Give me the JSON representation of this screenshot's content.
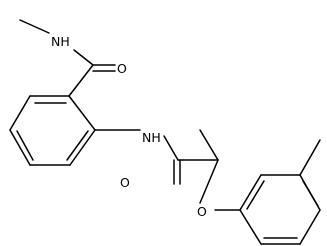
{
  "molecule": {
    "atoms": {
      "amide_nh_top": "NH",
      "amide_o_top": "O",
      "amide_nh_mid": "NH",
      "amide_o_bottom": "O",
      "ether_o": "O"
    }
  }
}
